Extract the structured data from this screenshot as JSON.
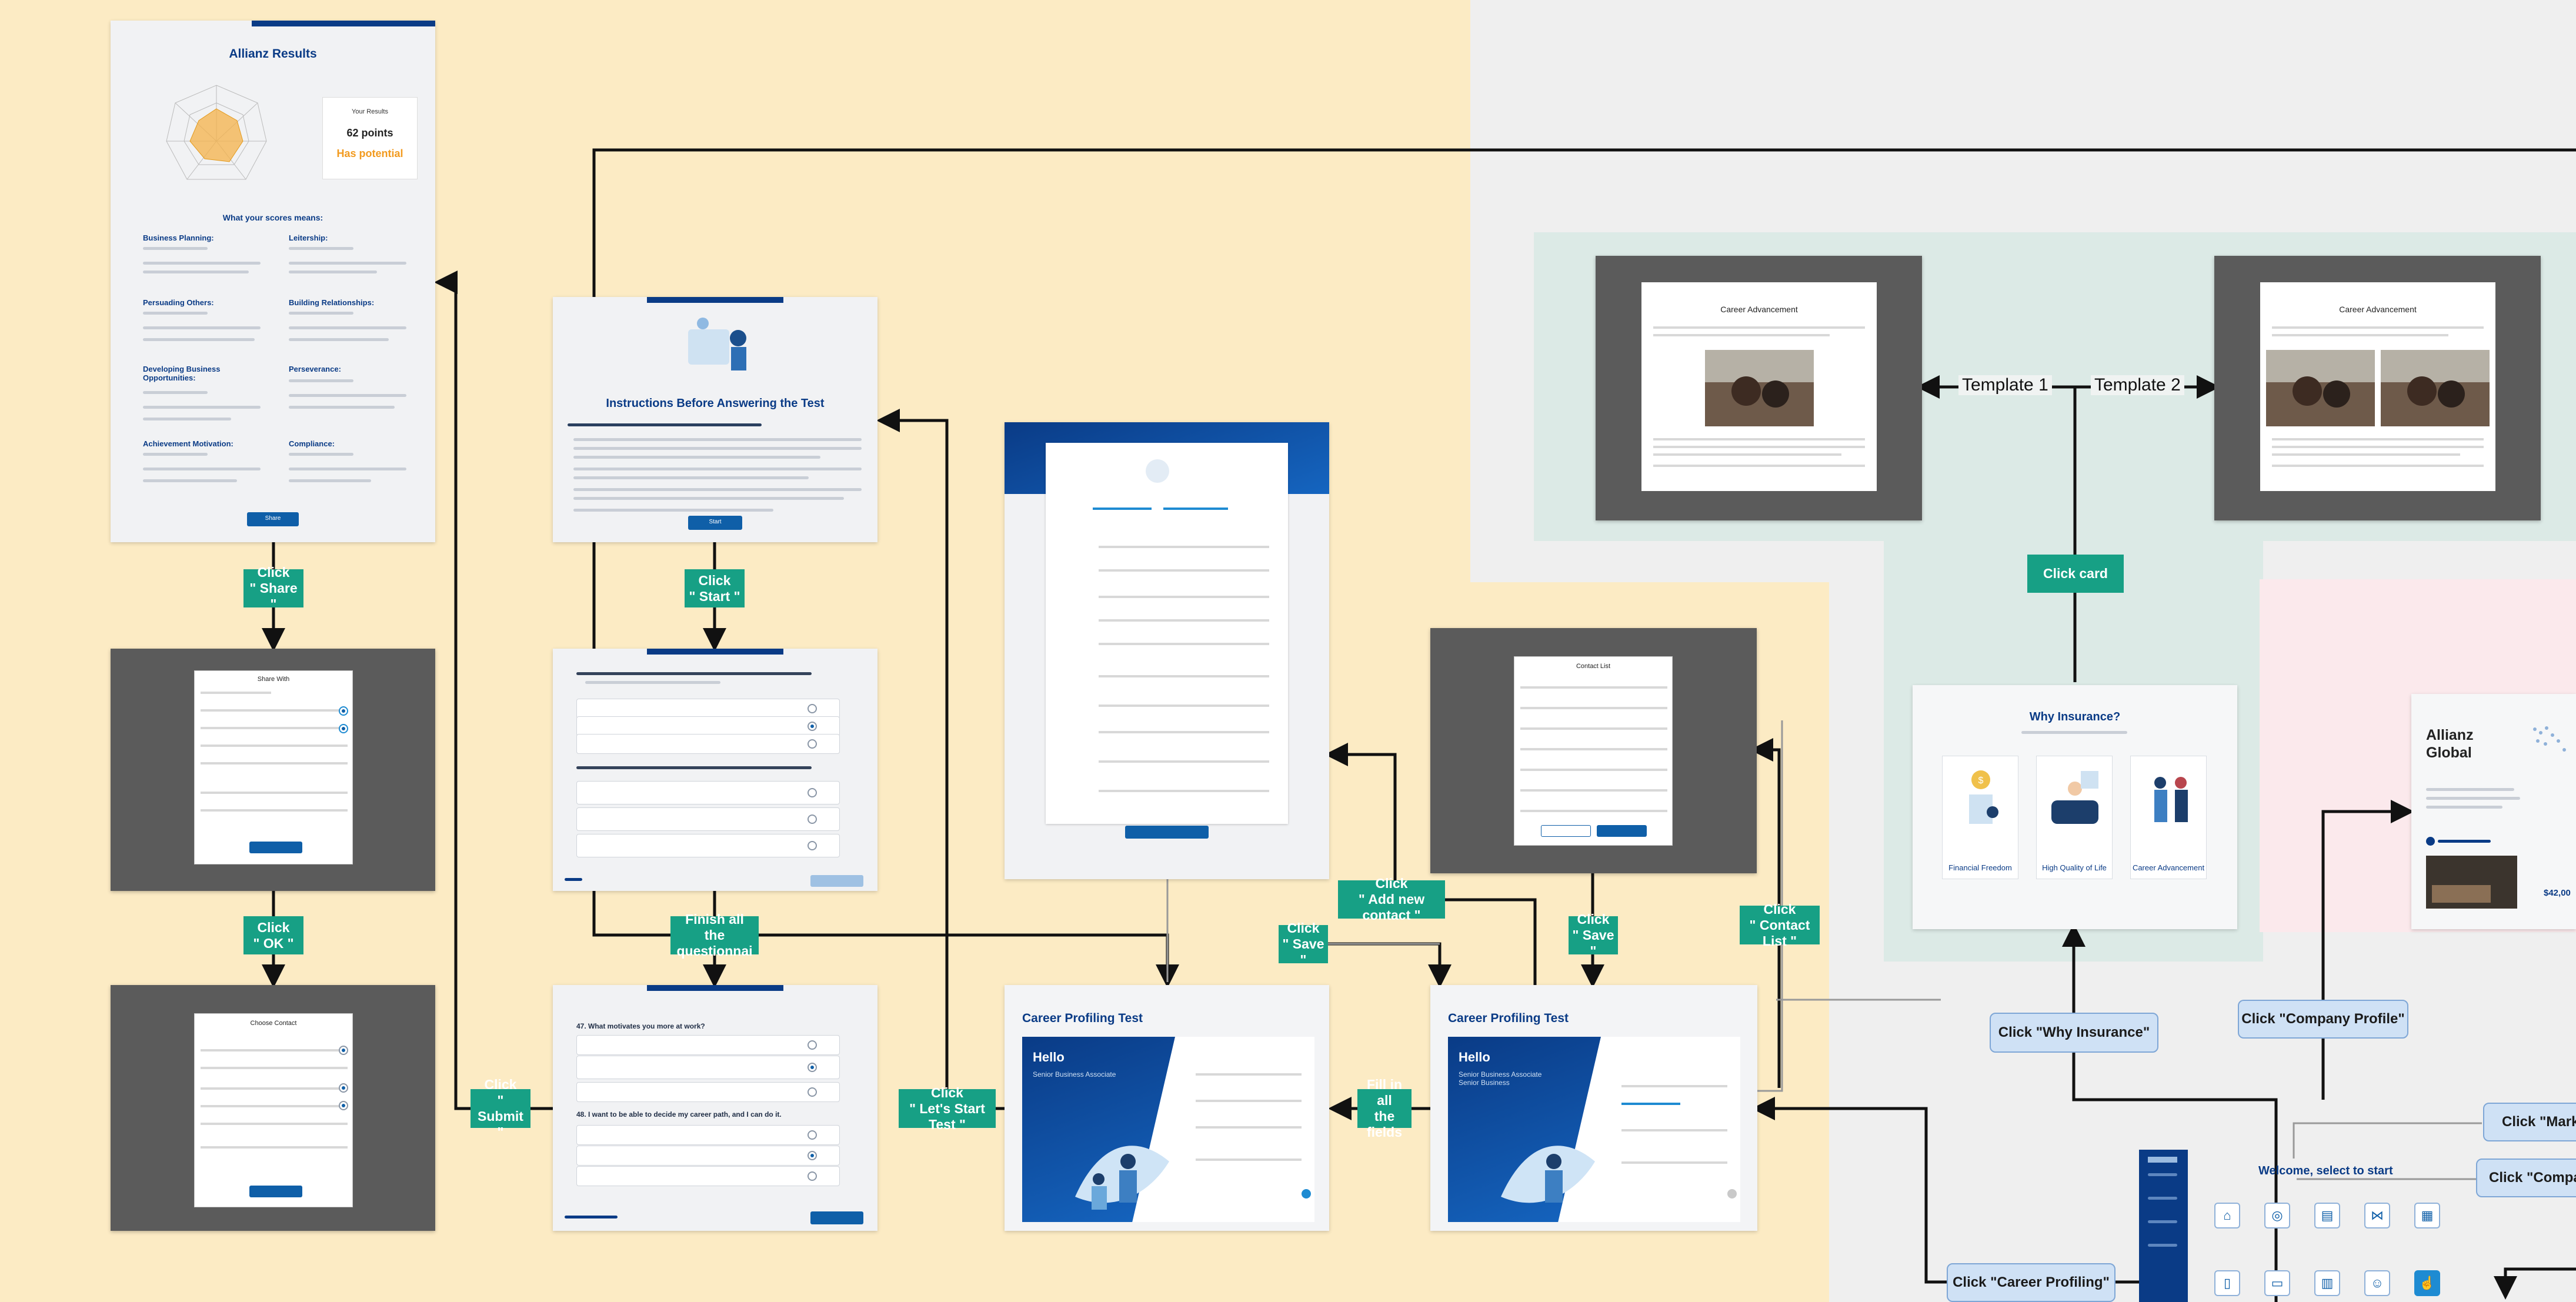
{
  "screens": {
    "results": {
      "title": "Allianz Results",
      "score_label": "Your Results",
      "score": "62 points",
      "potential": "Has potential",
      "section_title": "What your scores means:",
      "traits": [
        "Business Planning:",
        "Leitership:",
        "Persuading Others:",
        "Building Relationships:",
        "Developing Business Opportunities:",
        "Perseverance:",
        "Achievement Motivation:",
        "Compliance:"
      ],
      "share_label": "Share"
    },
    "instructions": {
      "title": "Instructions Before Answering the Test",
      "start_label": "Start"
    },
    "questions": {
      "q47": "47. What motivates you more at work?",
      "q48": "48. I want to be able to decide my career path, and I can do it."
    },
    "career_profiling": {
      "title": "Career Profiling Test",
      "hello": "Hello",
      "subtitle": "Senior Business Associate"
    },
    "career_profiling_2": {
      "title": "Career Profiling Test",
      "hello": "Hello",
      "subtitle": "Senior Business Associate Senior Business"
    },
    "contact_list": {
      "title": "Contact List"
    },
    "share_with": {
      "title": "Share With"
    },
    "choose_contact": {
      "title": "Choose Contact"
    },
    "career_advancement": {
      "title": "Career Advancement"
    },
    "career_advancement_2": {
      "title": "Career Advancement"
    },
    "why_insurance": {
      "title": "Why Insurance?",
      "cards": [
        "Financial Freedom",
        "High Quality of Life",
        "Career Advancement"
      ]
    },
    "allianz_global": {
      "title": "Allianz Global",
      "amount": "$42,00"
    },
    "welcome": {
      "title": "Welcome, select to start"
    }
  },
  "flow_labels": {
    "click_share": "Click\n\" Share \"",
    "click_start": "Click\n\" Start \"",
    "click_ok": "Click\n\" OK \"",
    "finish_all": "Finish all the\nquestionnai",
    "click_submit": "Click\n\" Submit \"",
    "click_lets_start": "Click\n\" Let's Start Test \"",
    "click_add_contact": "Click\n\" Add new contact \"",
    "click_save_1": "Click\n\" Save \"",
    "click_save_2": "Click\n\" Save \"",
    "fill_fields": "Fill in all\nthe fields",
    "click_contact_list": "Click\n\" Contact List \"",
    "click_card": "Click card"
  },
  "template_labels": {
    "template1": "Template 1",
    "template2": "Template 2"
  },
  "blue_labels": {
    "why_insurance": "Click \"Why Insurance\"",
    "company_profile": "Click \"Company Profile\"",
    "career_profiling": "Click \"Career Profiling\"",
    "mark": "Click \"Mark",
    "compa": "Click \"Compa"
  },
  "colors": {
    "flow_green": "#17a085",
    "brand_blue": "#0a3b86",
    "zone_yellow": "#fcebc4",
    "zone_teal": "#dceae6",
    "label_blue": "#cfe1f5"
  },
  "icons": [
    "home-icon",
    "globe-icon",
    "chart-icon",
    "handshake-icon",
    "calculator-icon",
    "book-icon",
    "user-icon",
    "tap-icon"
  ]
}
